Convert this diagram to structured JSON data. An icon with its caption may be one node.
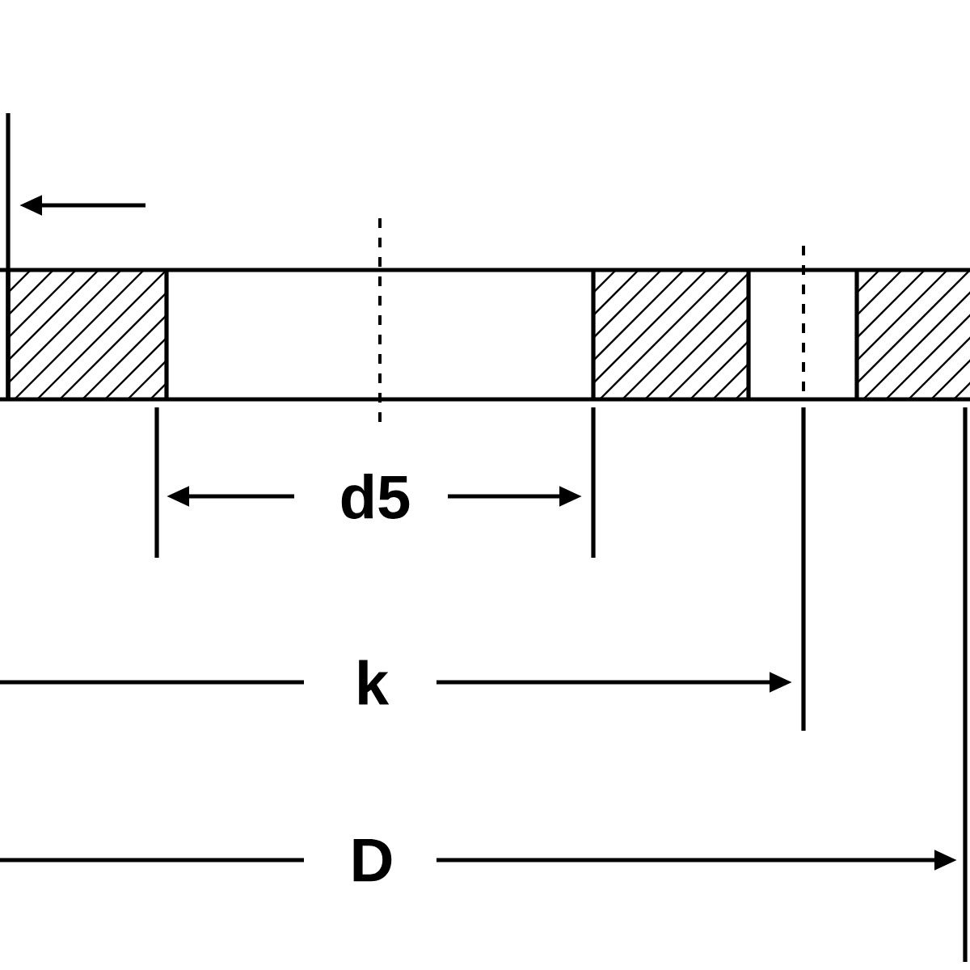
{
  "diagram": {
    "labels": [
      "d5",
      "k",
      "D"
    ]
  }
}
